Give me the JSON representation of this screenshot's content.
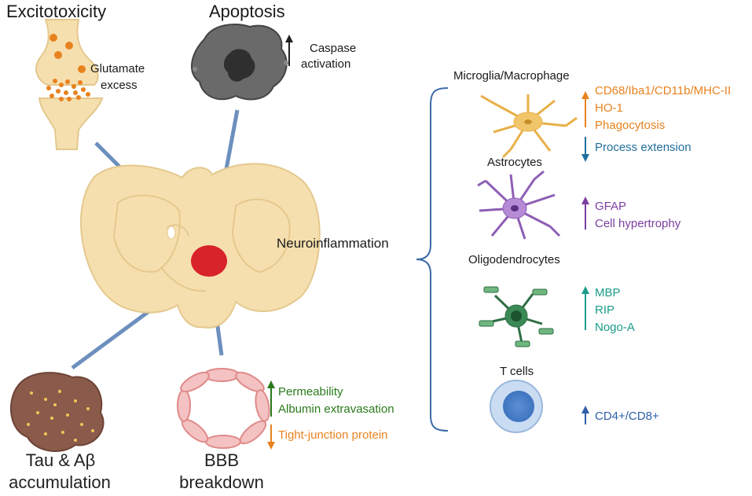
{
  "excitotoxicity": {
    "title": "Excitotoxicity",
    "detail": [
      "Glutamate",
      "excess"
    ]
  },
  "apoptosis": {
    "title": "Apoptosis",
    "detail": [
      "Caspase",
      "activation"
    ]
  },
  "neuroinflammation": {
    "label": "Neuroinflammation"
  },
  "microglia": {
    "title": "Microglia/Macrophage",
    "up": [
      "CD68/Iba1/CD11b/MHC-II",
      "HO-1",
      "Phagocytosis"
    ],
    "down": [
      "Process extension"
    ]
  },
  "astrocytes": {
    "title": "Astrocytes",
    "up": [
      "GFAP",
      "Cell hypertrophy"
    ]
  },
  "oligodendrocytes": {
    "title": "Oligodendrocytes",
    "up": [
      "MBP",
      "RIP",
      "Nogo-A"
    ]
  },
  "tcells": {
    "title": "T cells",
    "up": [
      "CD4+/CD8+"
    ]
  },
  "tau": {
    "title": [
      "Tau & Aβ",
      "accumulation"
    ]
  },
  "bbb": {
    "title": [
      "BBB",
      "breakdown"
    ],
    "up": [
      "Permeability",
      "Albumin extravasation"
    ],
    "down": [
      "Tight-junction protein"
    ]
  },
  "colors": {
    "orange": "#e8821e",
    "blue": "#1f6e9c",
    "purple": "#7b3fa0",
    "teal": "#1b9c8a",
    "green": "#2a7a1a",
    "navy": "#2e5fa8",
    "lesion": "#d8232a"
  }
}
